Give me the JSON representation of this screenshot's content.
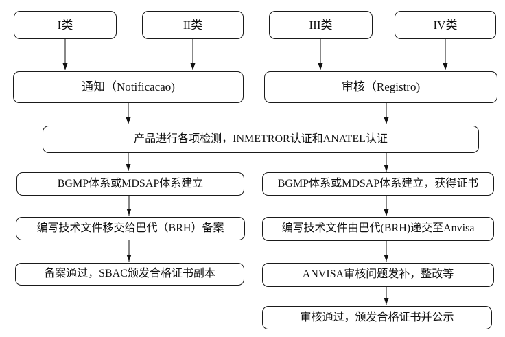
{
  "flowchart": {
    "colors": {
      "bg": "#ffffff",
      "border": "#1a1a1a",
      "text": "#111111",
      "arrow": "#111111"
    },
    "nodes": {
      "class_i": "I类",
      "class_ii": "II类",
      "class_iii": "III类",
      "class_iv": "IV类",
      "notification": "通知（Notificacao)",
      "registro": "审核（Registro)",
      "testing": "产品进行各项检测，INMETROR认证和ANATEL认证",
      "left_1": "BGMP体系或MDSAP体系建立",
      "left_2": "编写技术文件移交给巴代（BRH）备案",
      "left_3": "备案通过，SBAC颁发合格证书副本",
      "right_1": "BGMP体系或MDSAP体系建立，获得证书",
      "right_2": "编写技术文件由巴代(BRH)递交至Anvisa",
      "right_3": "ANVISA审核问题发补，整改等",
      "right_4": "审核通过，颁发合格证书并公示"
    },
    "edges": [
      {
        "from": "class_i",
        "to": "notification"
      },
      {
        "from": "class_ii",
        "to": "notification"
      },
      {
        "from": "class_iii",
        "to": "registro"
      },
      {
        "from": "class_iv",
        "to": "registro"
      },
      {
        "from": "notification",
        "to": "testing"
      },
      {
        "from": "registro",
        "to": "testing"
      },
      {
        "from": "testing",
        "to": "left_1"
      },
      {
        "from": "testing",
        "to": "right_1"
      },
      {
        "from": "left_1",
        "to": "left_2"
      },
      {
        "from": "left_2",
        "to": "left_3"
      },
      {
        "from": "right_1",
        "to": "right_2"
      },
      {
        "from": "right_2",
        "to": "right_3"
      },
      {
        "from": "right_3",
        "to": "right_4"
      }
    ]
  }
}
